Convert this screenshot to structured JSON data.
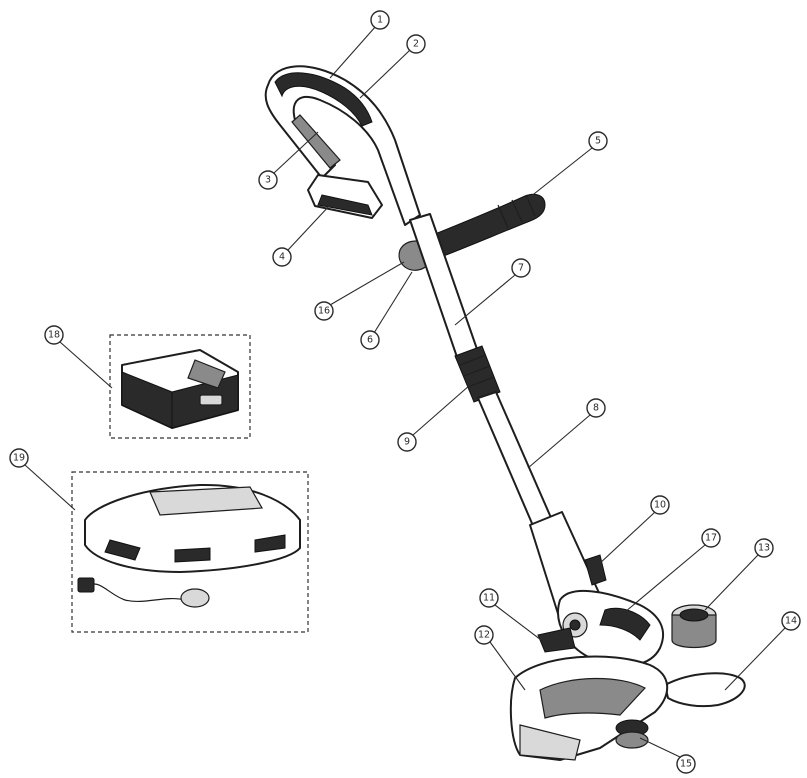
{
  "callouts": [
    {
      "label": "1"
    },
    {
      "label": "2"
    },
    {
      "label": "3"
    },
    {
      "label": "4"
    },
    {
      "label": "5"
    },
    {
      "label": "6"
    },
    {
      "label": "7"
    },
    {
      "label": "8"
    },
    {
      "label": "9"
    },
    {
      "label": "10"
    },
    {
      "label": "11"
    },
    {
      "label": "12"
    },
    {
      "label": "13"
    },
    {
      "label": "14"
    },
    {
      "label": "15"
    },
    {
      "label": "16"
    },
    {
      "label": "17"
    },
    {
      "label": "18"
    },
    {
      "label": "19"
    }
  ],
  "colors": {
    "line": "#1e1e1e",
    "dark_part": "#2a2a2a",
    "grey_part": "#8a8a8a",
    "background": "#ffffff"
  }
}
